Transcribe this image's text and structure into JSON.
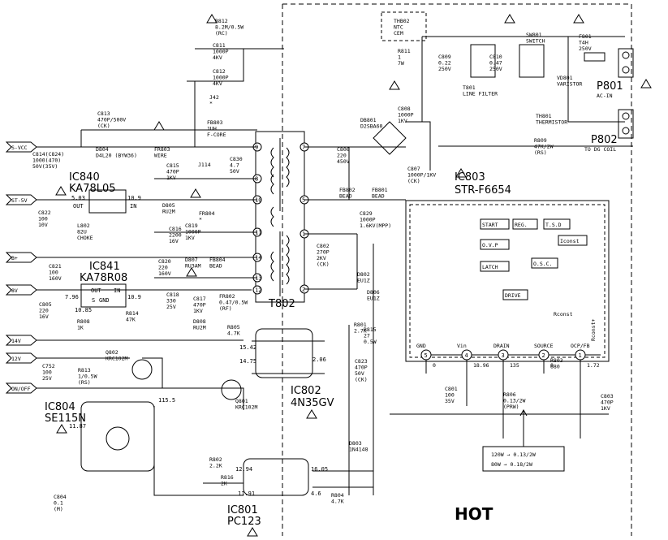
{
  "hot_label": "HOT",
  "ics": {
    "ic803": {
      "ref": "IC803",
      "part": "STR-F6654",
      "pins": [
        {
          "n": "5",
          "name": "GND",
          "v": "0"
        },
        {
          "n": "4",
          "name": "Vin",
          "v": "18.96"
        },
        {
          "n": "3",
          "name": "DRAIN",
          "v": "135"
        },
        {
          "n": "2",
          "name": "SOURCE",
          "v": "0"
        },
        {
          "n": "1",
          "name": "OCP/FB",
          "v": "1.72"
        }
      ],
      "blocks": [
        "START",
        "REG.",
        "T.S.D",
        "O.V.P",
        "Iconst",
        "LATCH",
        "O.S.C.",
        "DRIVE",
        "Rconst",
        "Rconst+"
      ]
    },
    "ic840": {
      "ref": "IC840",
      "part": "KA78L05",
      "v_out": "5.03",
      "v_in": "10.9",
      "out": "OUT",
      "in": "IN"
    },
    "ic841": {
      "ref": "IC841",
      "part": "KA78R08",
      "v1": "7.96",
      "v2": "10.85",
      "v3": "10.9",
      "labels": [
        "OUT",
        "S",
        "GND",
        "IN"
      ]
    },
    "ic802": {
      "ref": "IC802",
      "part": "4N35GV",
      "v1": "15.42",
      "v2": "14.75",
      "v3": "2.06"
    },
    "ic801": {
      "ref": "IC801",
      "part": "PC123",
      "v1": "12.94",
      "v2": "11.91",
      "v3": "16.05",
      "v4": "4.6"
    },
    "ic804": {
      "ref": "IC804",
      "part": "SE115N",
      "v1": "11.87",
      "v2": "115.5"
    }
  },
  "rails": [
    "S-VCC",
    "ST-5V",
    "B+",
    "8V",
    "14V",
    "12V",
    "ON/OFF"
  ],
  "transformer": {
    "ref": "T802",
    "left_pins": [
      "9",
      "8",
      "10",
      "11",
      "14",
      "13",
      "12"
    ],
    "right_pins": [
      "7",
      "5",
      "1",
      "2"
    ]
  },
  "connectors": {
    "p801": {
      "ref": "P801",
      "desc": "AC-IN"
    },
    "p802": {
      "ref": "P802",
      "desc": "TO DG COIL"
    }
  },
  "components": [
    {
      "id": "R812",
      "lines": [
        "R812",
        "8.2M/0.5W",
        "(RC)"
      ]
    },
    {
      "id": "C811",
      "lines": [
        "C811",
        "1000P",
        "4KV"
      ]
    },
    {
      "id": "C812",
      "lines": [
        "C812",
        "1000P",
        "4KV"
      ]
    },
    {
      "id": "J42",
      "lines": [
        "J42",
        "*"
      ]
    },
    {
      "id": "FB803",
      "lines": [
        "FB803",
        "1UH",
        "F-CORE"
      ]
    },
    {
      "id": "C813",
      "lines": [
        "C813",
        "470P/500V",
        "(CK)"
      ]
    },
    {
      "id": "D804",
      "lines": [
        "D804",
        "D4L20 (BYW36)"
      ]
    },
    {
      "id": "FR803",
      "lines": [
        "FR803",
        "WIRE"
      ]
    },
    {
      "id": "C814",
      "lines": [
        "C814(C824)",
        "1000(470)",
        "50V(35V)"
      ]
    },
    {
      "id": "C815",
      "lines": [
        "C815",
        "470P",
        "1KV"
      ]
    },
    {
      "id": "J114",
      "lines": [
        "J114"
      ]
    },
    {
      "id": "C830",
      "lines": [
        "C830",
        "4.7",
        "50V"
      ]
    },
    {
      "id": "D805",
      "lines": [
        "D805",
        "RU2M"
      ]
    },
    {
      "id": "FR804",
      "lines": [
        "FR804",
        "*"
      ]
    },
    {
      "id": "C822",
      "lines": [
        "C822",
        "100",
        "10V"
      ]
    },
    {
      "id": "L802",
      "lines": [
        "L802",
        "82U",
        "CHOKE"
      ]
    },
    {
      "id": "C816",
      "lines": [
        "C816",
        "2200",
        "16V"
      ]
    },
    {
      "id": "C819",
      "lines": [
        "C819",
        "1000P",
        "1KV"
      ]
    },
    {
      "id": "C821",
      "lines": [
        "C821",
        "100",
        "160V"
      ]
    },
    {
      "id": "C820",
      "lines": [
        "C820",
        "220",
        "160V"
      ]
    },
    {
      "id": "D807",
      "lines": [
        "D807",
        "RU3AM"
      ]
    },
    {
      "id": "FB804",
      "lines": [
        "FB804",
        "BEAD"
      ]
    },
    {
      "id": "C805",
      "lines": [
        "C805",
        "220",
        "16V"
      ]
    },
    {
      "id": "R814",
      "lines": [
        "R814",
        "47K"
      ]
    },
    {
      "id": "C818",
      "lines": [
        "C818",
        "330",
        "25V"
      ]
    },
    {
      "id": "C817",
      "lines": [
        "C817",
        "470P",
        "1KV"
      ]
    },
    {
      "id": "D808",
      "lines": [
        "D808",
        "RU2M"
      ]
    },
    {
      "id": "FR802",
      "lines": [
        "FR802",
        "0.47/0.5W",
        "(RF)"
      ]
    },
    {
      "id": "R808",
      "lines": [
        "R808",
        "1K"
      ]
    },
    {
      "id": "R805",
      "lines": [
        "R805",
        "4.7K"
      ]
    },
    {
      "id": "C752",
      "lines": [
        "C752",
        "100",
        "25V"
      ]
    },
    {
      "id": "R813",
      "lines": [
        "R813",
        "1/0.5W",
        "(RS)"
      ]
    },
    {
      "id": "Q802",
      "lines": [
        "Q802",
        "KRC102M"
      ]
    },
    {
      "id": "Q801",
      "lines": [
        "Q801",
        "KRC102M"
      ]
    },
    {
      "id": "C804",
      "lines": [
        "C804",
        "0.1",
        "(M)"
      ]
    },
    {
      "id": "R802",
      "lines": [
        "R802",
        "2.2K"
      ]
    },
    {
      "id": "R816",
      "lines": [
        "R816",
        "2K"
      ]
    },
    {
      "id": "R804",
      "lines": [
        "R804",
        "4.7K"
      ]
    },
    {
      "id": "D803",
      "lines": [
        "D803",
        "1N4148"
      ]
    },
    {
      "id": "R801",
      "lines": [
        "R801",
        "2.7K"
      ]
    },
    {
      "id": "R815",
      "lines": [
        "R815",
        "27",
        "0.5W"
      ]
    },
    {
      "id": "C823",
      "lines": [
        "C823",
        "470P",
        "50V",
        "(CK)"
      ]
    },
    {
      "id": "D806",
      "lines": [
        "D806",
        "EU1Z"
      ]
    },
    {
      "id": "D802",
      "lines": [
        "D802",
        "EU1Z"
      ]
    },
    {
      "id": "C802",
      "lines": [
        "C802",
        "270P",
        "2KV",
        "(CK)"
      ]
    },
    {
      "id": "C829",
      "lines": [
        "C829",
        "1000P",
        "1.6KV(MPP)"
      ]
    },
    {
      "id": "FB802",
      "lines": [
        "FB802",
        "BEAD"
      ]
    },
    {
      "id": "FB801",
      "lines": [
        "FB801",
        "BEAD"
      ]
    },
    {
      "id": "C806",
      "lines": [
        "C806",
        "220",
        "450V"
      ]
    },
    {
      "id": "C807",
      "lines": [
        "C807",
        "1000P/1KV",
        "(CK)"
      ]
    },
    {
      "id": "C808",
      "lines": [
        "C808",
        "1000P",
        "1KV"
      ]
    },
    {
      "id": "DB801",
      "lines": [
        "DB801",
        "D2SBA60"
      ]
    },
    {
      "id": "R809",
      "lines": [
        "R809",
        "47K/2W",
        "(RS)"
      ]
    },
    {
      "id": "THB02",
      "lines": [
        "THB02",
        "NTC",
        "CEM"
      ]
    },
    {
      "id": "R811",
      "lines": [
        "R811",
        "1",
        "7W"
      ]
    },
    {
      "id": "C809",
      "lines": [
        "C809",
        "0.22",
        "250V"
      ]
    },
    {
      "id": "T801",
      "lines": [
        "T801",
        "LINE FILTER"
      ]
    },
    {
      "id": "C810",
      "lines": [
        "C810",
        "0.47",
        "250V"
      ]
    },
    {
      "id": "SW801",
      "lines": [
        "SW801",
        "SWITCH"
      ]
    },
    {
      "id": "F801",
      "lines": [
        "F801",
        "T4H",
        "250V"
      ]
    },
    {
      "id": "VD801",
      "lines": [
        "VD801",
        "VARISTOR"
      ]
    },
    {
      "id": "TH801",
      "lines": [
        "TH801",
        "THERMISTOR"
      ]
    },
    {
      "id": "C801",
      "lines": [
        "C801",
        "100",
        "35V"
      ]
    },
    {
      "id": "R803",
      "lines": [
        "R803",
        "680"
      ]
    },
    {
      "id": "C803",
      "lines": [
        "C803",
        "470P",
        "1KV"
      ]
    },
    {
      "id": "R806",
      "lines": [
        "R806",
        "0.13/2W",
        "(PRW)"
      ]
    }
  ],
  "note": [
    "120W → 0.13/2W",
    "80W → 0.18/2W"
  ]
}
